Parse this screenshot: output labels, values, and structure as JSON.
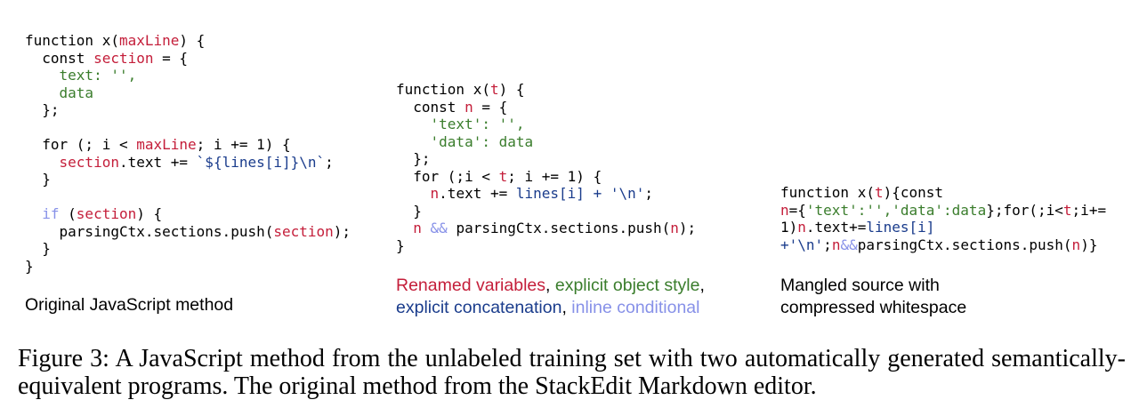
{
  "panel1": {
    "code": [
      [
        {
          "t": "function x("
        },
        {
          "t": "maxLine",
          "c": "r"
        },
        {
          "t": ") {"
        }
      ],
      [
        {
          "t": "  const "
        },
        {
          "t": "section",
          "c": "r"
        },
        {
          "t": " = {"
        }
      ],
      [
        {
          "t": "    text: '',",
          "c": "g"
        }
      ],
      [
        {
          "t": "    data",
          "c": "g"
        }
      ],
      [
        {
          "t": "  };"
        }
      ],
      [
        {
          "t": ""
        }
      ],
      [
        {
          "t": "  for (; i < "
        },
        {
          "t": "maxLine",
          "c": "r"
        },
        {
          "t": "; i += 1) {"
        }
      ],
      [
        {
          "t": "    "
        },
        {
          "t": "section",
          "c": "r"
        },
        {
          "t": ".text += "
        },
        {
          "t": "`${lines[i]}\\n`",
          "c": "b"
        },
        {
          "t": ";"
        }
      ],
      [
        {
          "t": "  }"
        }
      ],
      [
        {
          "t": ""
        }
      ],
      [
        {
          "t": "  "
        },
        {
          "t": "if",
          "c": "l"
        },
        {
          "t": " ("
        },
        {
          "t": "section",
          "c": "r"
        },
        {
          "t": ") {"
        }
      ],
      [
        {
          "t": "    parsingCtx.sections.push("
        },
        {
          "t": "section",
          "c": "r"
        },
        {
          "t": ");"
        }
      ],
      [
        {
          "t": "  }"
        }
      ],
      [
        {
          "t": "}"
        }
      ]
    ],
    "label": "Original JavaScript method"
  },
  "panel2": {
    "code": [
      [
        {
          "t": "function x("
        },
        {
          "t": "t",
          "c": "r"
        },
        {
          "t": ") {"
        }
      ],
      [
        {
          "t": "  const "
        },
        {
          "t": "n",
          "c": "r"
        },
        {
          "t": " = {"
        }
      ],
      [
        {
          "t": "    'text': '',",
          "c": "g"
        }
      ],
      [
        {
          "t": "    'data': data",
          "c": "g"
        }
      ],
      [
        {
          "t": "  };"
        }
      ],
      [
        {
          "t": "  for (;i < "
        },
        {
          "t": "t",
          "c": "r"
        },
        {
          "t": "; i += 1) {"
        }
      ],
      [
        {
          "t": "    "
        },
        {
          "t": "n",
          "c": "r"
        },
        {
          "t": ".text += "
        },
        {
          "t": "lines[i] + '\\n'",
          "c": "b"
        },
        {
          "t": ";"
        }
      ],
      [
        {
          "t": "  }"
        }
      ],
      [
        {
          "t": "  "
        },
        {
          "t": "n",
          "c": "r"
        },
        {
          "t": " && ",
          "c": "l"
        },
        {
          "t": "parsingCtx.sections.push("
        },
        {
          "t": "n",
          "c": "r"
        },
        {
          "t": ");"
        }
      ],
      [
        {
          "t": "}"
        }
      ]
    ],
    "label_parts": [
      {
        "t": "Renamed variables",
        "c": "r"
      },
      {
        "t": ", "
      },
      {
        "t": "explicit object style",
        "c": "g"
      },
      {
        "t": ","
      },
      {
        "br": true
      },
      {
        "t": "explicit concatenation",
        "c": "b"
      },
      {
        "t": ", "
      },
      {
        "t": "inline conditional",
        "c": "l"
      }
    ]
  },
  "panel3": {
    "code": [
      [
        {
          "t": "function x("
        },
        {
          "t": "t",
          "c": "r"
        },
        {
          "t": "){const"
        }
      ],
      [
        {
          "t": "n",
          "c": "r"
        },
        {
          "t": "={"
        },
        {
          "t": "'text':'','data':data",
          "c": "g"
        },
        {
          "t": "};for(;i<"
        },
        {
          "t": "t",
          "c": "r"
        },
        {
          "t": ";i+="
        }
      ],
      [
        {
          "t": "1)"
        },
        {
          "t": "n",
          "c": "r"
        },
        {
          "t": ".text+="
        },
        {
          "t": "lines[i]",
          "c": "b"
        }
      ],
      [
        {
          "t": "+'\\n'",
          "c": "b"
        },
        {
          "t": ";"
        },
        {
          "t": "n",
          "c": "r"
        },
        {
          "t": "&&",
          "c": "l"
        },
        {
          "t": "parsingCtx.sections.push("
        },
        {
          "t": "n",
          "c": "r"
        },
        {
          "t": ")}"
        }
      ]
    ],
    "label_lines": [
      "Mangled source with",
      "compressed whitespace"
    ]
  },
  "caption": "Figure 3: A JavaScript method from the unlabeled training set with two automatically generated semantically-equivalent programs. The original method from the StackEdit Markdown editor."
}
